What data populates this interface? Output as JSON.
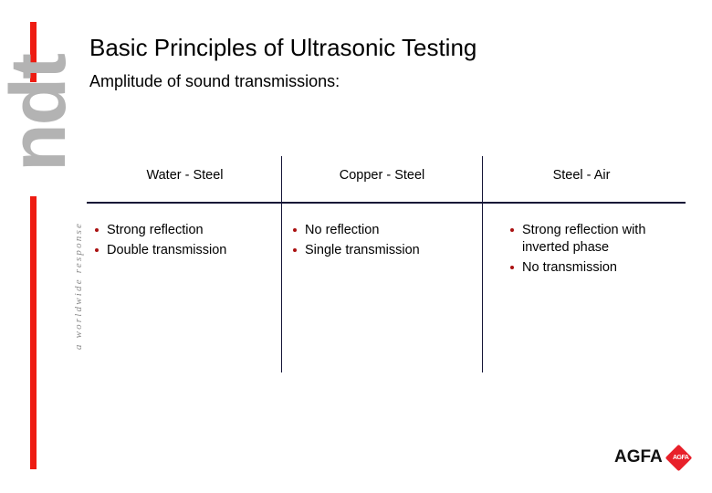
{
  "brand": {
    "wordmark": "ndt",
    "tagline": "a worldwide response",
    "accent_color": "#ee1c12",
    "wordmark_color": "#b3b3b3"
  },
  "header": {
    "title": "Basic Principles of Ultrasonic Testing",
    "subtitle": "Amplitude of sound transmissions:"
  },
  "table": {
    "rule_color": "#141436",
    "bullet_color": "#aa1111",
    "columns": [
      {
        "header": "Water - Steel",
        "items": [
          "Strong reflection",
          "Double transmission"
        ]
      },
      {
        "header": "Copper - Steel",
        "items": [
          "No reflection",
          "Single transmission"
        ]
      },
      {
        "header": "Steel - Air",
        "items": [
          "Strong reflection with inverted phase",
          "No transmission"
        ]
      }
    ]
  },
  "footer": {
    "logo_text": "AGFA",
    "logo_mark": "AGFA",
    "logo_color": "#e8202a"
  }
}
